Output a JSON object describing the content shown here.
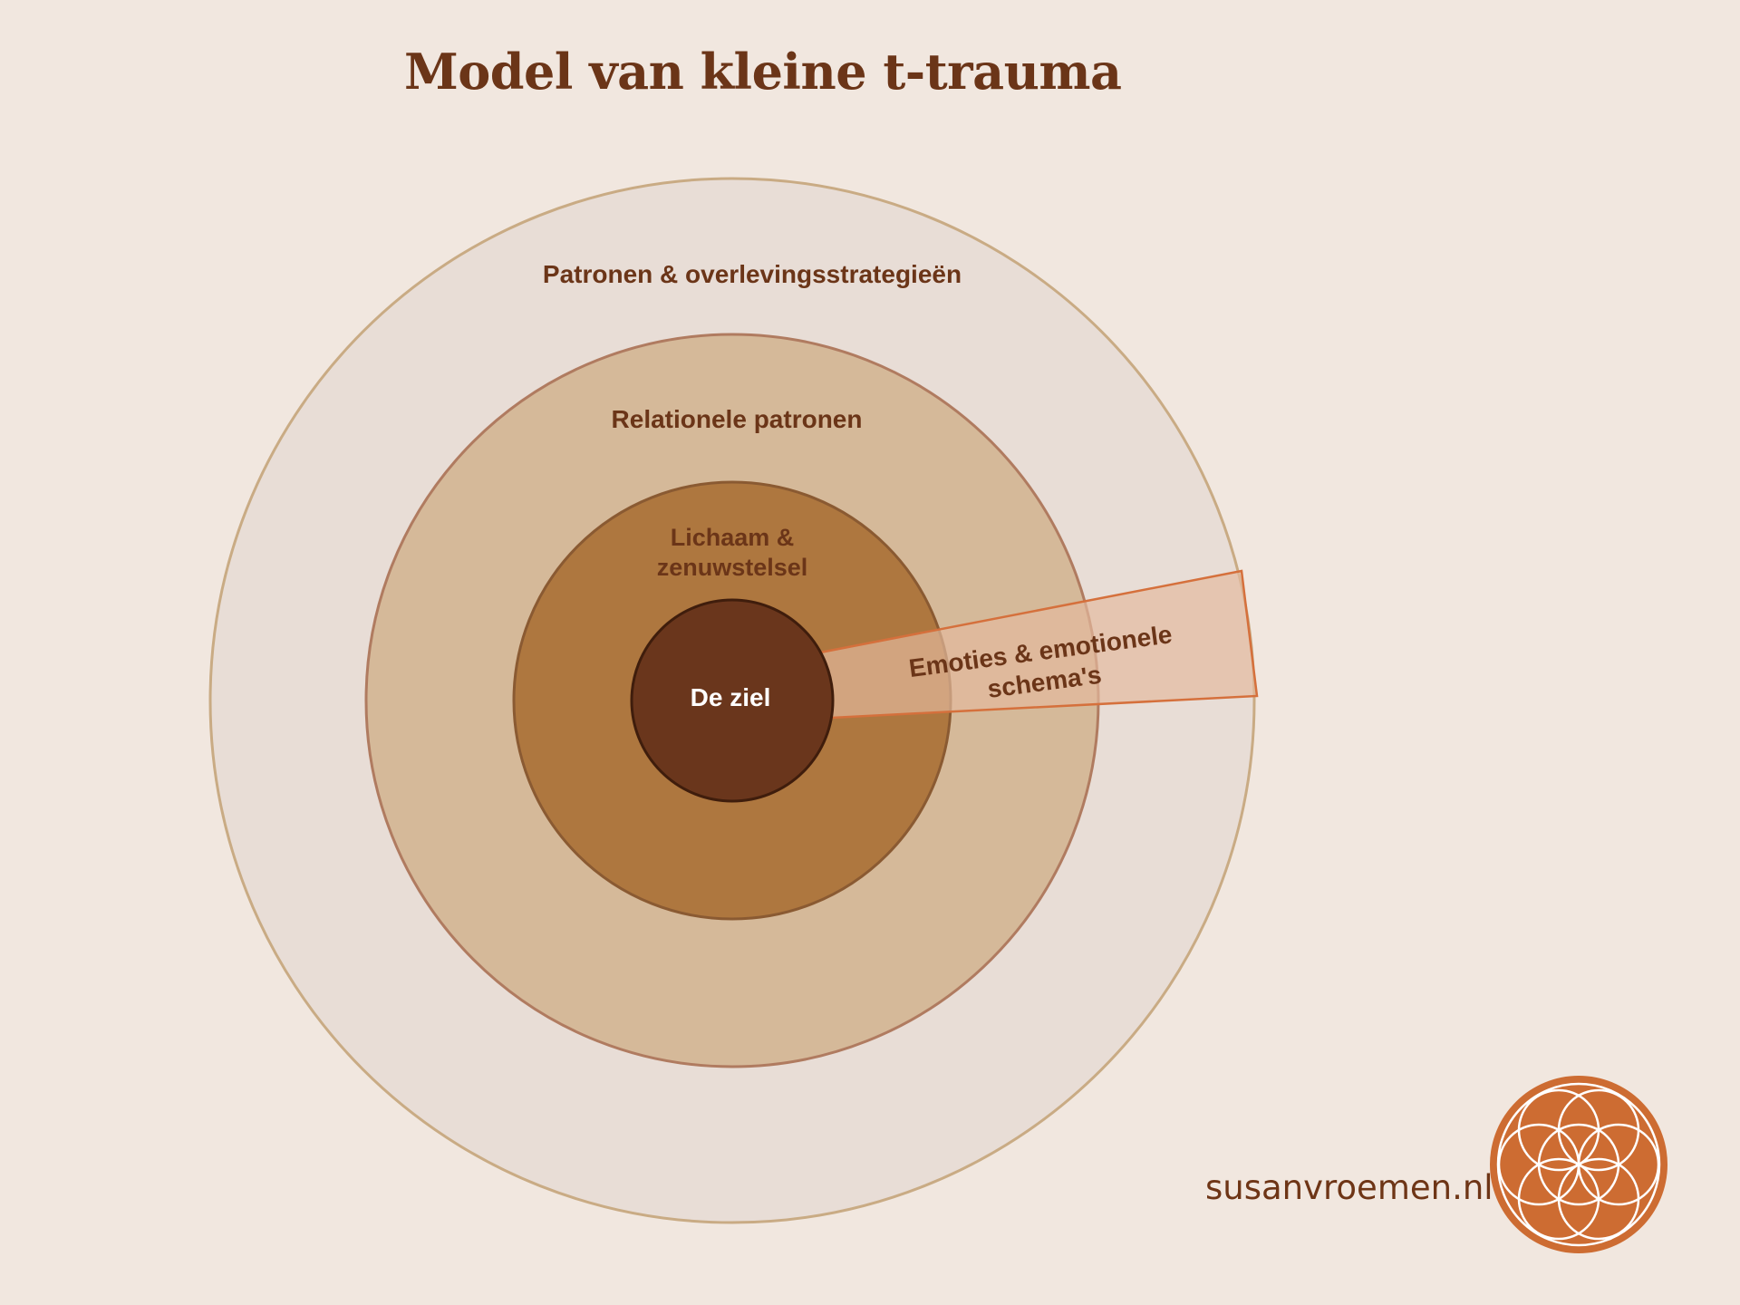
{
  "title": "Model van kleine t-trauma",
  "rings": {
    "outer": {
      "label": "Patronen & overlevingsstrategieën"
    },
    "relational": {
      "label": "Relationele patronen"
    },
    "body": {
      "label_line1": "Lichaam &",
      "label_line2": "zenuwstelsel"
    },
    "core": {
      "label": "De ziel"
    }
  },
  "wedge": {
    "label_line1": "Emoties & emotionele",
    "label_line2": "schema's"
  },
  "website": "susanvroemen.nl",
  "colors": {
    "background": "#f1e7df",
    "outer_fill": "#e8ddd6",
    "outer_stroke": "#c9ab84",
    "relational_fill": "#d5b999",
    "relational_stroke": "#b07b60",
    "body_fill": "#ae773f",
    "body_stroke": "#8a5a32",
    "core_fill": "#6a361c",
    "core_stroke": "#3f1d0c",
    "wedge_fill": "#e3b99e",
    "wedge_stroke": "#d5703c",
    "text": "#6b3518",
    "logo": "#cd6c32"
  }
}
